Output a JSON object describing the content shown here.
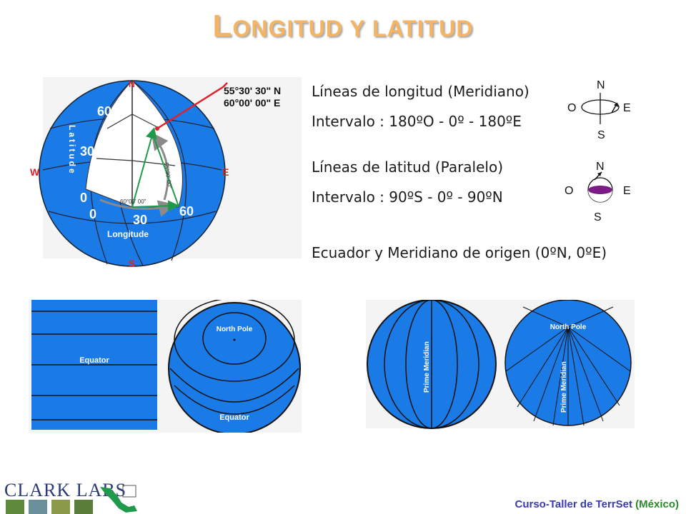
{
  "title": {
    "first_letter": "L",
    "rest": "ONGITUD Y LATITUD"
  },
  "text_lines": {
    "longitude_lines": "Líneas de longitud (Meridiano)",
    "longitude_interval": "Intervalo : 180ºO - 0º - 180ºE",
    "latitude_lines": "Líneas de latitud (Paralelo)",
    "latitude_interval": "Intervalo : 90ºS - 0º - 90ºN",
    "equator_meridian": "Ecuador y Meridiano de origen (0ºN, 0ºE)"
  },
  "globe_main": {
    "coord_lat": "55°30' 30\" N",
    "coord_lon": "60°00' 00\" E",
    "dir_n": "N",
    "dir_s": "S",
    "dir_e": "E",
    "dir_w": "W",
    "lat_60": "60",
    "lat_30": "30",
    "lat_0": "0",
    "lon_0": "0",
    "lon_30": "30",
    "lon_60": "60",
    "latitude_word": "Latitude",
    "longitude_word": "Longitude",
    "angle_lat": "55°30' 00\"",
    "angle_lon": "60°00' 00\"",
    "colors": {
      "sphere": "#1a7ae6",
      "red": "#e0202a",
      "green": "#1e9a4a"
    }
  },
  "compass_longitude": {
    "n": "N",
    "s": "S",
    "o": "O",
    "e": "E"
  },
  "compass_latitude": {
    "n": "N",
    "s": "S",
    "o": "O",
    "e": "E"
  },
  "bottom_globes": {
    "equator_label_1": "Equator",
    "north_pole_1": "North Pole",
    "equator_label_2": "Equator",
    "prime_meridian_1": "Prime Meridian",
    "north_pole_2": "North Pole",
    "prime_meridian_2": "Prime Meridian"
  },
  "logo": {
    "text": "CLARK LABS"
  },
  "footer": {
    "prefix": "Curso-Taller  de TerrSet ",
    "country": "(México)"
  }
}
